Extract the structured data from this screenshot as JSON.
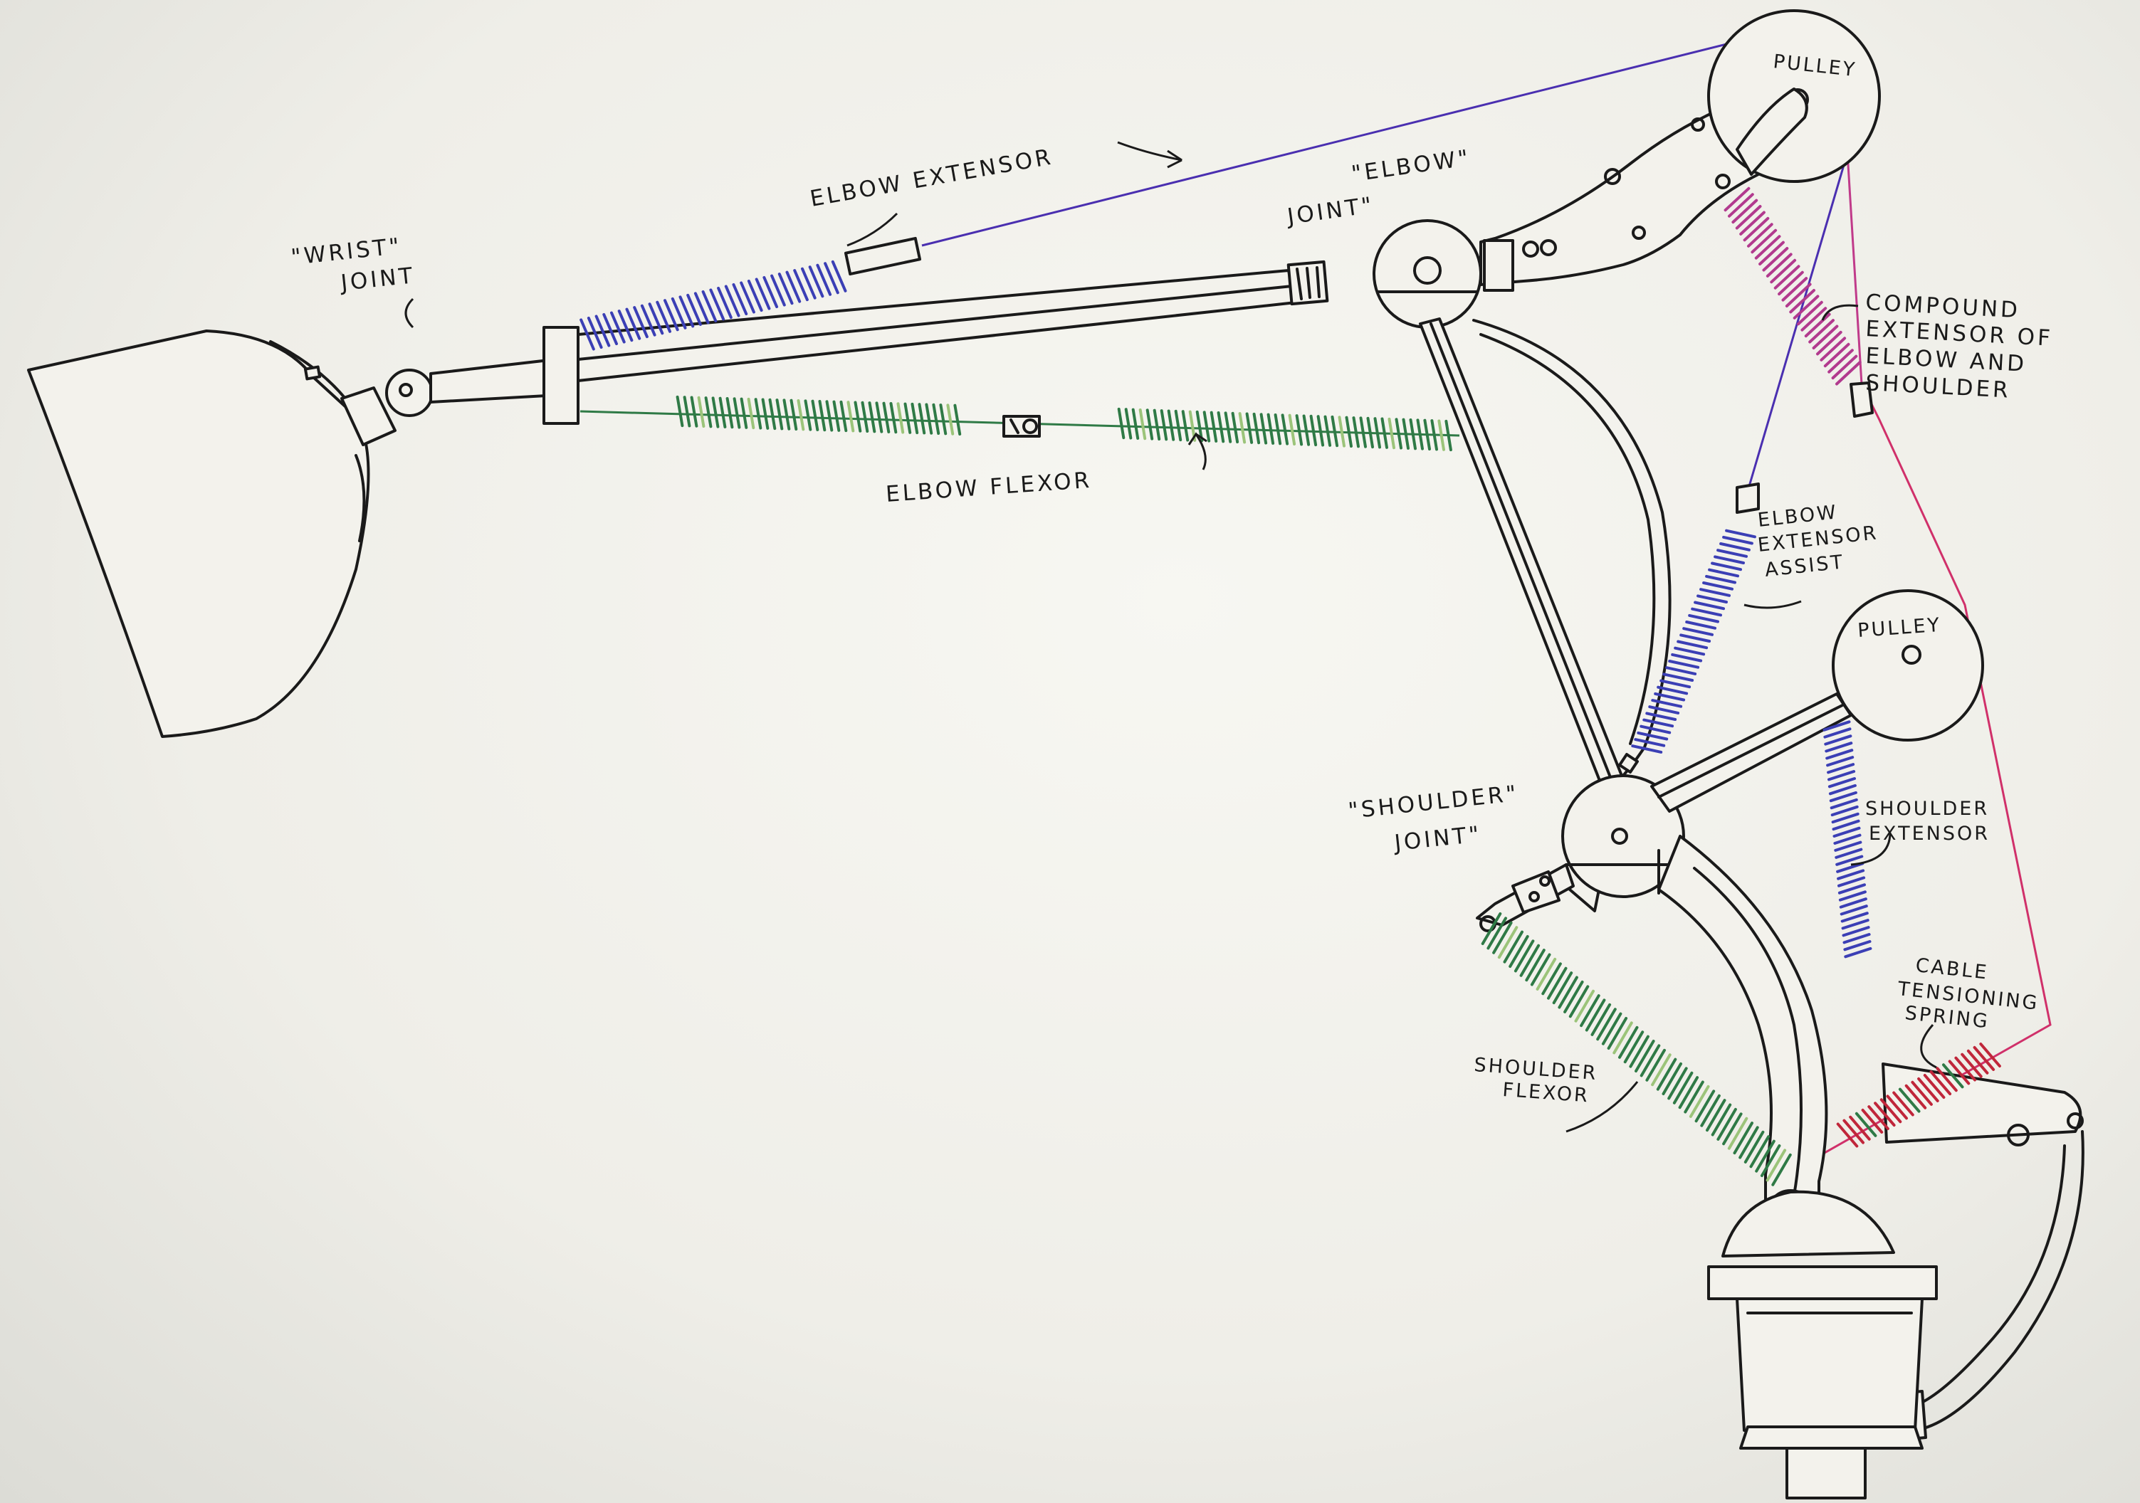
{
  "labels": {
    "wrist_joint": [
      "\"WRIST\"",
      "JOINT"
    ],
    "elbow_extensor": "ELBOW EXTENSOR",
    "elbow_joint": [
      "\"ELBOW\"",
      "JOINT\""
    ],
    "pulley_top": "PULLEY",
    "compound_extensor": [
      "COMPOUND",
      "EXTENSOR OF",
      "ELBOW AND",
      "SHOULDER"
    ],
    "elbow_flexor": "ELBOW FLEXOR",
    "elbow_extensor_assist": [
      "ELBOW",
      "EXTENSOR",
      "ASSIST"
    ],
    "pulley_bottom": "PULLEY",
    "shoulder_joint": [
      "\"SHOULDER\"",
      "JOINT\""
    ],
    "shoulder_extensor": [
      "SHOULDER",
      "EXTENSOR"
    ],
    "cable_tensioning_spring": [
      "CABLE",
      "TENSIONING",
      "SPRING"
    ],
    "shoulder_flexor": [
      "SHOULDER",
      "FLEXOR"
    ]
  },
  "colors": {
    "ink": "#1a1a1a",
    "paper": "#f3f2ec",
    "blue_spring": "#3b3fb5",
    "green_spring": "#2f7a46",
    "light_green": "#9cc47a",
    "magenta_spring": "#b23a8e",
    "red_spring": "#c0263a",
    "purple_cable": "#4a2fb0",
    "magenta_cable": "#d0306a"
  }
}
